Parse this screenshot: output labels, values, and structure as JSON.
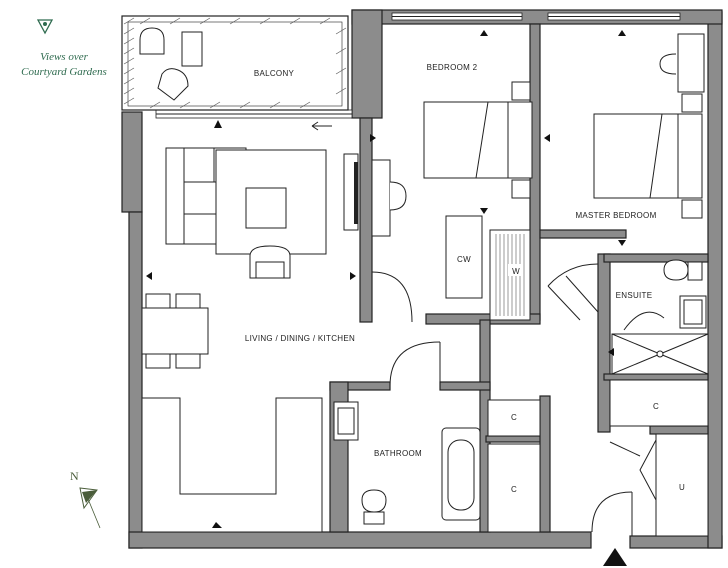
{
  "view_note": {
    "line1": "Views over",
    "line2": "Courtyard Gardens",
    "accent_color": "#2f6b4f"
  },
  "rooms": {
    "balcony": "BALCONY",
    "bedroom2": "BEDROOM 2",
    "master": "MASTER BEDROOM",
    "living": "LIVING / DINING / KITCHEN",
    "ensuite": "ENSUITE",
    "bathroom": "BATHROOM",
    "cw": "CW",
    "w": "W",
    "cupboard_bath_top": "C",
    "cupboard_bath_bottom": "C",
    "cupboard_hall": "C",
    "utility": "U"
  },
  "compass": {
    "label": "N",
    "color": "#4a5d3a"
  },
  "colors": {
    "wall": "#8c8c8c",
    "line": "#222222"
  }
}
